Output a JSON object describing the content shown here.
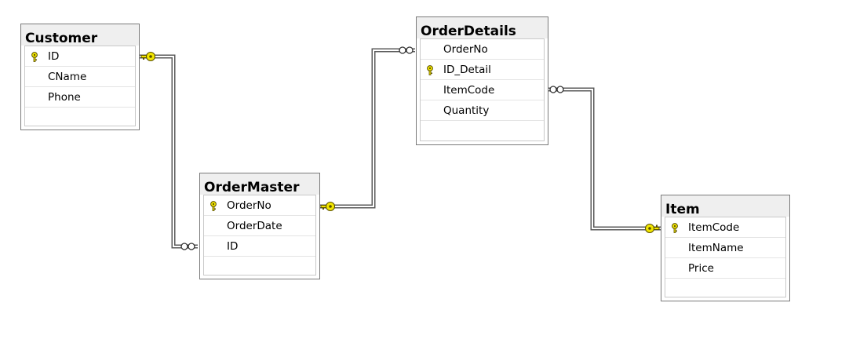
{
  "tables": [
    {
      "id": "customer",
      "name": "Customer",
      "columns": [
        {
          "name": "ID",
          "pk": true
        },
        {
          "name": "CName",
          "pk": false
        },
        {
          "name": "Phone",
          "pk": false
        }
      ]
    },
    {
      "id": "ordermaster",
      "name": "OrderMaster",
      "columns": [
        {
          "name": "OrderNo",
          "pk": true
        },
        {
          "name": "OrderDate",
          "pk": false
        },
        {
          "name": "ID",
          "pk": false
        }
      ]
    },
    {
      "id": "orderdetails",
      "name": "OrderDetails",
      "columns": [
        {
          "name": "OrderNo",
          "pk": false
        },
        {
          "name": "ID_Detail",
          "pk": true
        },
        {
          "name": "ItemCode",
          "pk": false
        },
        {
          "name": "Quantity",
          "pk": false
        }
      ]
    },
    {
      "id": "item",
      "name": "Item",
      "columns": [
        {
          "name": "ItemCode",
          "pk": true
        },
        {
          "name": "ItemName",
          "pk": false
        },
        {
          "name": "Price",
          "pk": false
        }
      ]
    }
  ],
  "relationships": [
    {
      "from": "Customer.ID",
      "to": "OrderMaster.ID",
      "from_end": "one",
      "to_end": "many"
    },
    {
      "from": "OrderMaster.OrderNo",
      "to": "OrderDetails.OrderNo",
      "from_end": "one",
      "to_end": "many"
    },
    {
      "from": "Item.ItemCode",
      "to": "OrderDetails.ItemCode",
      "from_end": "one",
      "to_end": "many"
    }
  ],
  "colors": {
    "key": "#f2e600",
    "key_outline": "#5a5000",
    "line": "#5a5a5a",
    "header": "#efefef"
  }
}
